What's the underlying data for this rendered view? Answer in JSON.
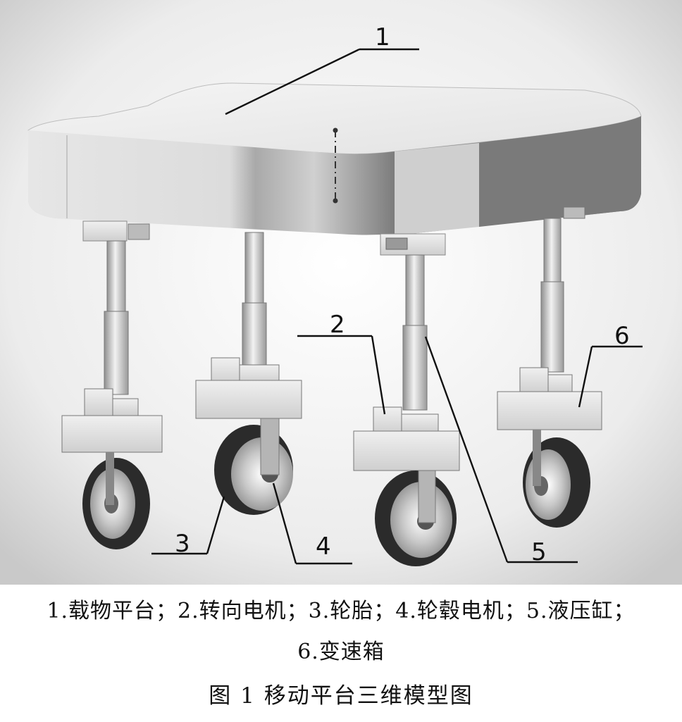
{
  "callouts": [
    {
      "id": "1",
      "label": "1"
    },
    {
      "id": "2",
      "label": "2"
    },
    {
      "id": "3",
      "label": "3"
    },
    {
      "id": "4",
      "label": "4"
    },
    {
      "id": "5",
      "label": "5"
    },
    {
      "id": "6",
      "label": "6"
    }
  ],
  "legend": {
    "line1": "1.载物平台；2.转向电机；3.轮胎；4.轮毂电机；5.液压缸；",
    "line2": "6.变速箱"
  },
  "caption": "图 1  移动平台三维模型图",
  "colors": {
    "background_gradient_center": "#ffffff",
    "background_gradient_edge": "#cfcfcf",
    "platform_top": "#eeeeee",
    "platform_side": "#d9d9d9",
    "platform_dark": "#8a8a8a",
    "tire": "#2b2b2b",
    "hub": "#cfcfcf"
  }
}
